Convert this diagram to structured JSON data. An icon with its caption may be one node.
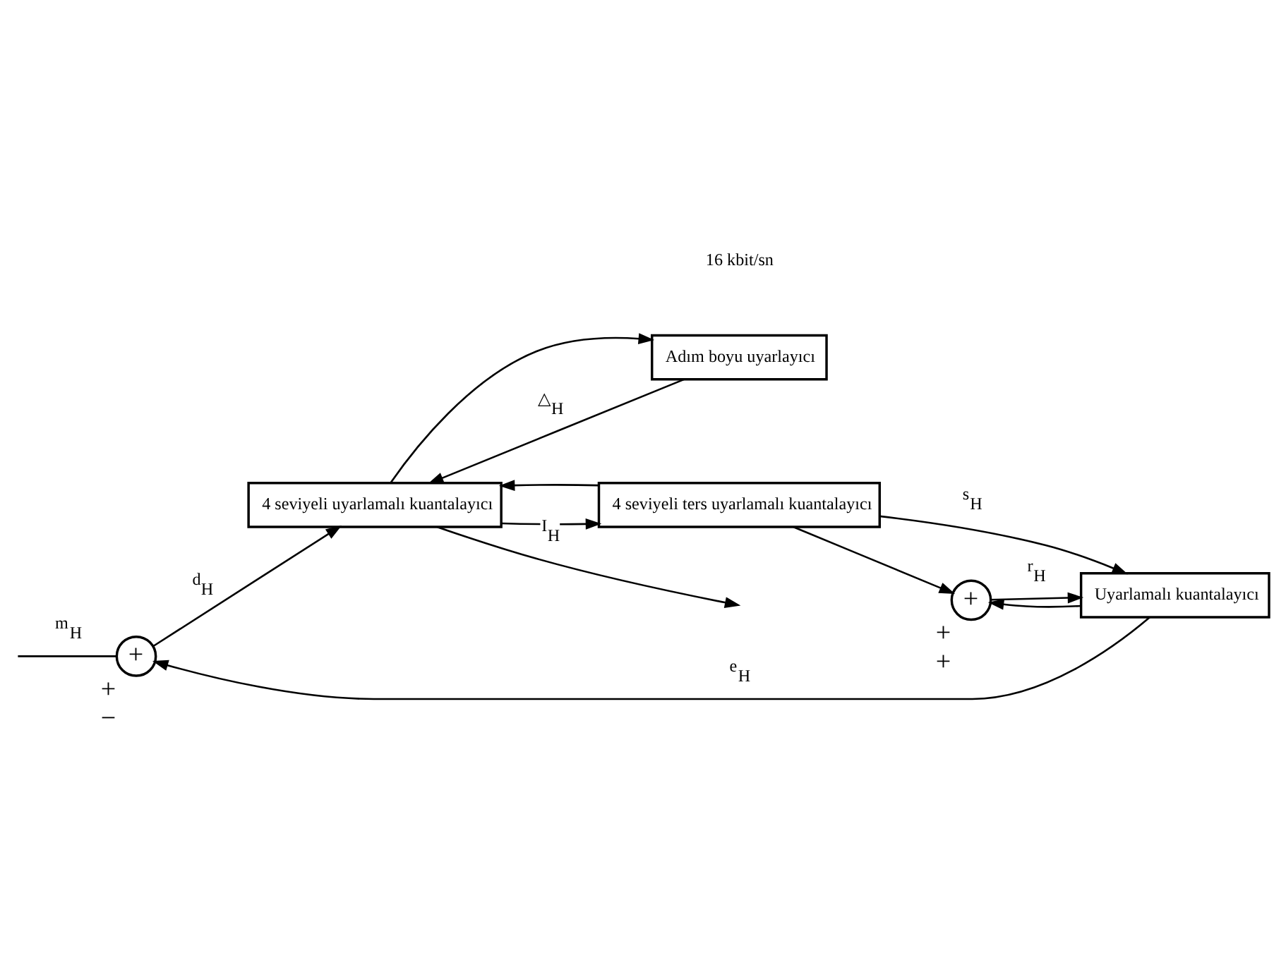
{
  "diagram": {
    "nodes": [
      {
        "text": [
          "+"
        ],
        "beside": [
          "+",
          "−"
        ]
      },
      {
        "text": [
          "4 seviyeli uyarlamalı kuantalayıcı"
        ]
      },
      {
        "text": [
          "Adım boyu uyarlayıcı"
        ]
      },
      {
        "text": [
          "4 seviyeli ters uyarlamalı kuantalayıcı"
        ]
      },
      {
        "text": [
          "Uyarlamalı kuantalayıcı"
        ]
      },
      {
        "text": [
          "+"
        ],
        "beside": [
          "+",
          "+"
        ]
      }
    ],
    "edges": [
      {
        "from": null,
        "to": 0,
        "arrow": "none",
        "label": "m$_{H}$"
      },
      {
        "from": 0,
        "to": 1,
        "arrow": "to",
        "label": "d$_{H}$"
      },
      {
        "from": 1,
        "to": null,
        "arrow": "to",
        "label": "I$_{H}$"
      },
      {
        "from": 1,
        "to": 2,
        "arrow": "to"
      },
      {
        "from": 1,
        "to": 3,
        "arrow": "to"
      },
      {
        "from": 2,
        "to": 1,
        "arrow": "to",
        "label": "△$_{H}$"
      },
      {
        "from": 3,
        "to": 1,
        "arrow": "to"
      },
      {
        "from": 3,
        "to": 5,
        "arrow": "to"
      },
      {
        "from": 3,
        "to": 4,
        "arrow": "to",
        "label": "s$_{H}$"
      },
      {
        "from": 5,
        "to": 4,
        "arrow": "to",
        "label": "r$_{H}$"
      },
      {
        "from": 4,
        "to": 0,
        "arrow": "to",
        "label": "e$_{H}$"
      },
      {
        "from": 4,
        "to": 5,
        "arrow": "to"
      }
    ],
    "labels": [
      "16 kbit/sn"
    ]
  }
}
